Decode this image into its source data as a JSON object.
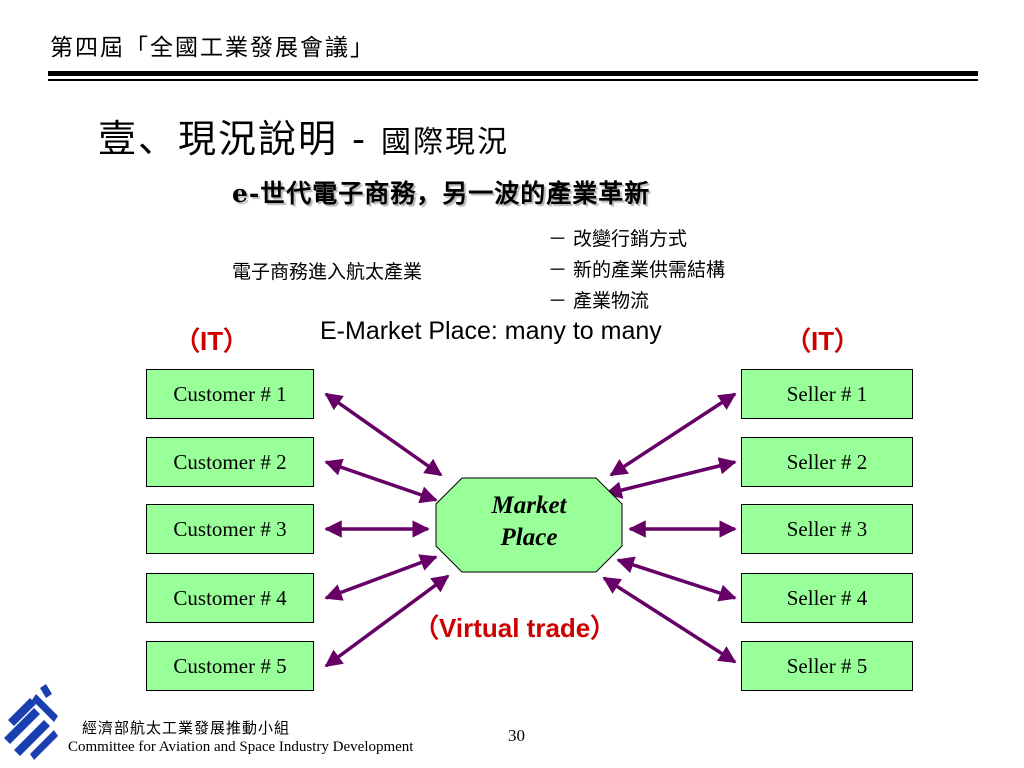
{
  "header": {
    "title": "第四屆「全國工業發展會議」"
  },
  "slide": {
    "title_main": "壹、現況說明",
    "title_sep": " - ",
    "title_sub": "國際現況",
    "subtitle": "e-世代電子商務，另一波的產業革新"
  },
  "notes": {
    "ec_label": "電子商務進入航太產業",
    "bullets": [
      "－ 改變行銷方式",
      "－ 新的產業供需結構",
      "－ 產業物流"
    ]
  },
  "diagram": {
    "caption": "E-Market Place: many to many",
    "it_left": "（IT）",
    "it_right": "（IT）",
    "center_line1": "Market",
    "center_line2": "Place",
    "virtual_trade": "（Virtual trade）",
    "customers": [
      "Customer # 1",
      "Customer # 2",
      "Customer # 3",
      "Customer # 4",
      "Customer # 5"
    ],
    "sellers": [
      "Seller # 1",
      "Seller # 2",
      "Seller # 3",
      "Seller # 4",
      "Seller # 5"
    ],
    "colors": {
      "node_fill": "#99ff99",
      "arrow": "#660066",
      "accent_red": "#cc0000"
    }
  },
  "footer": {
    "org_zh": "經濟部航太工業發展推動小組",
    "org_en": "Committee for Aviation and Space Industry Development",
    "page_number": "30",
    "logo_icon": "casid-logo-icon"
  }
}
